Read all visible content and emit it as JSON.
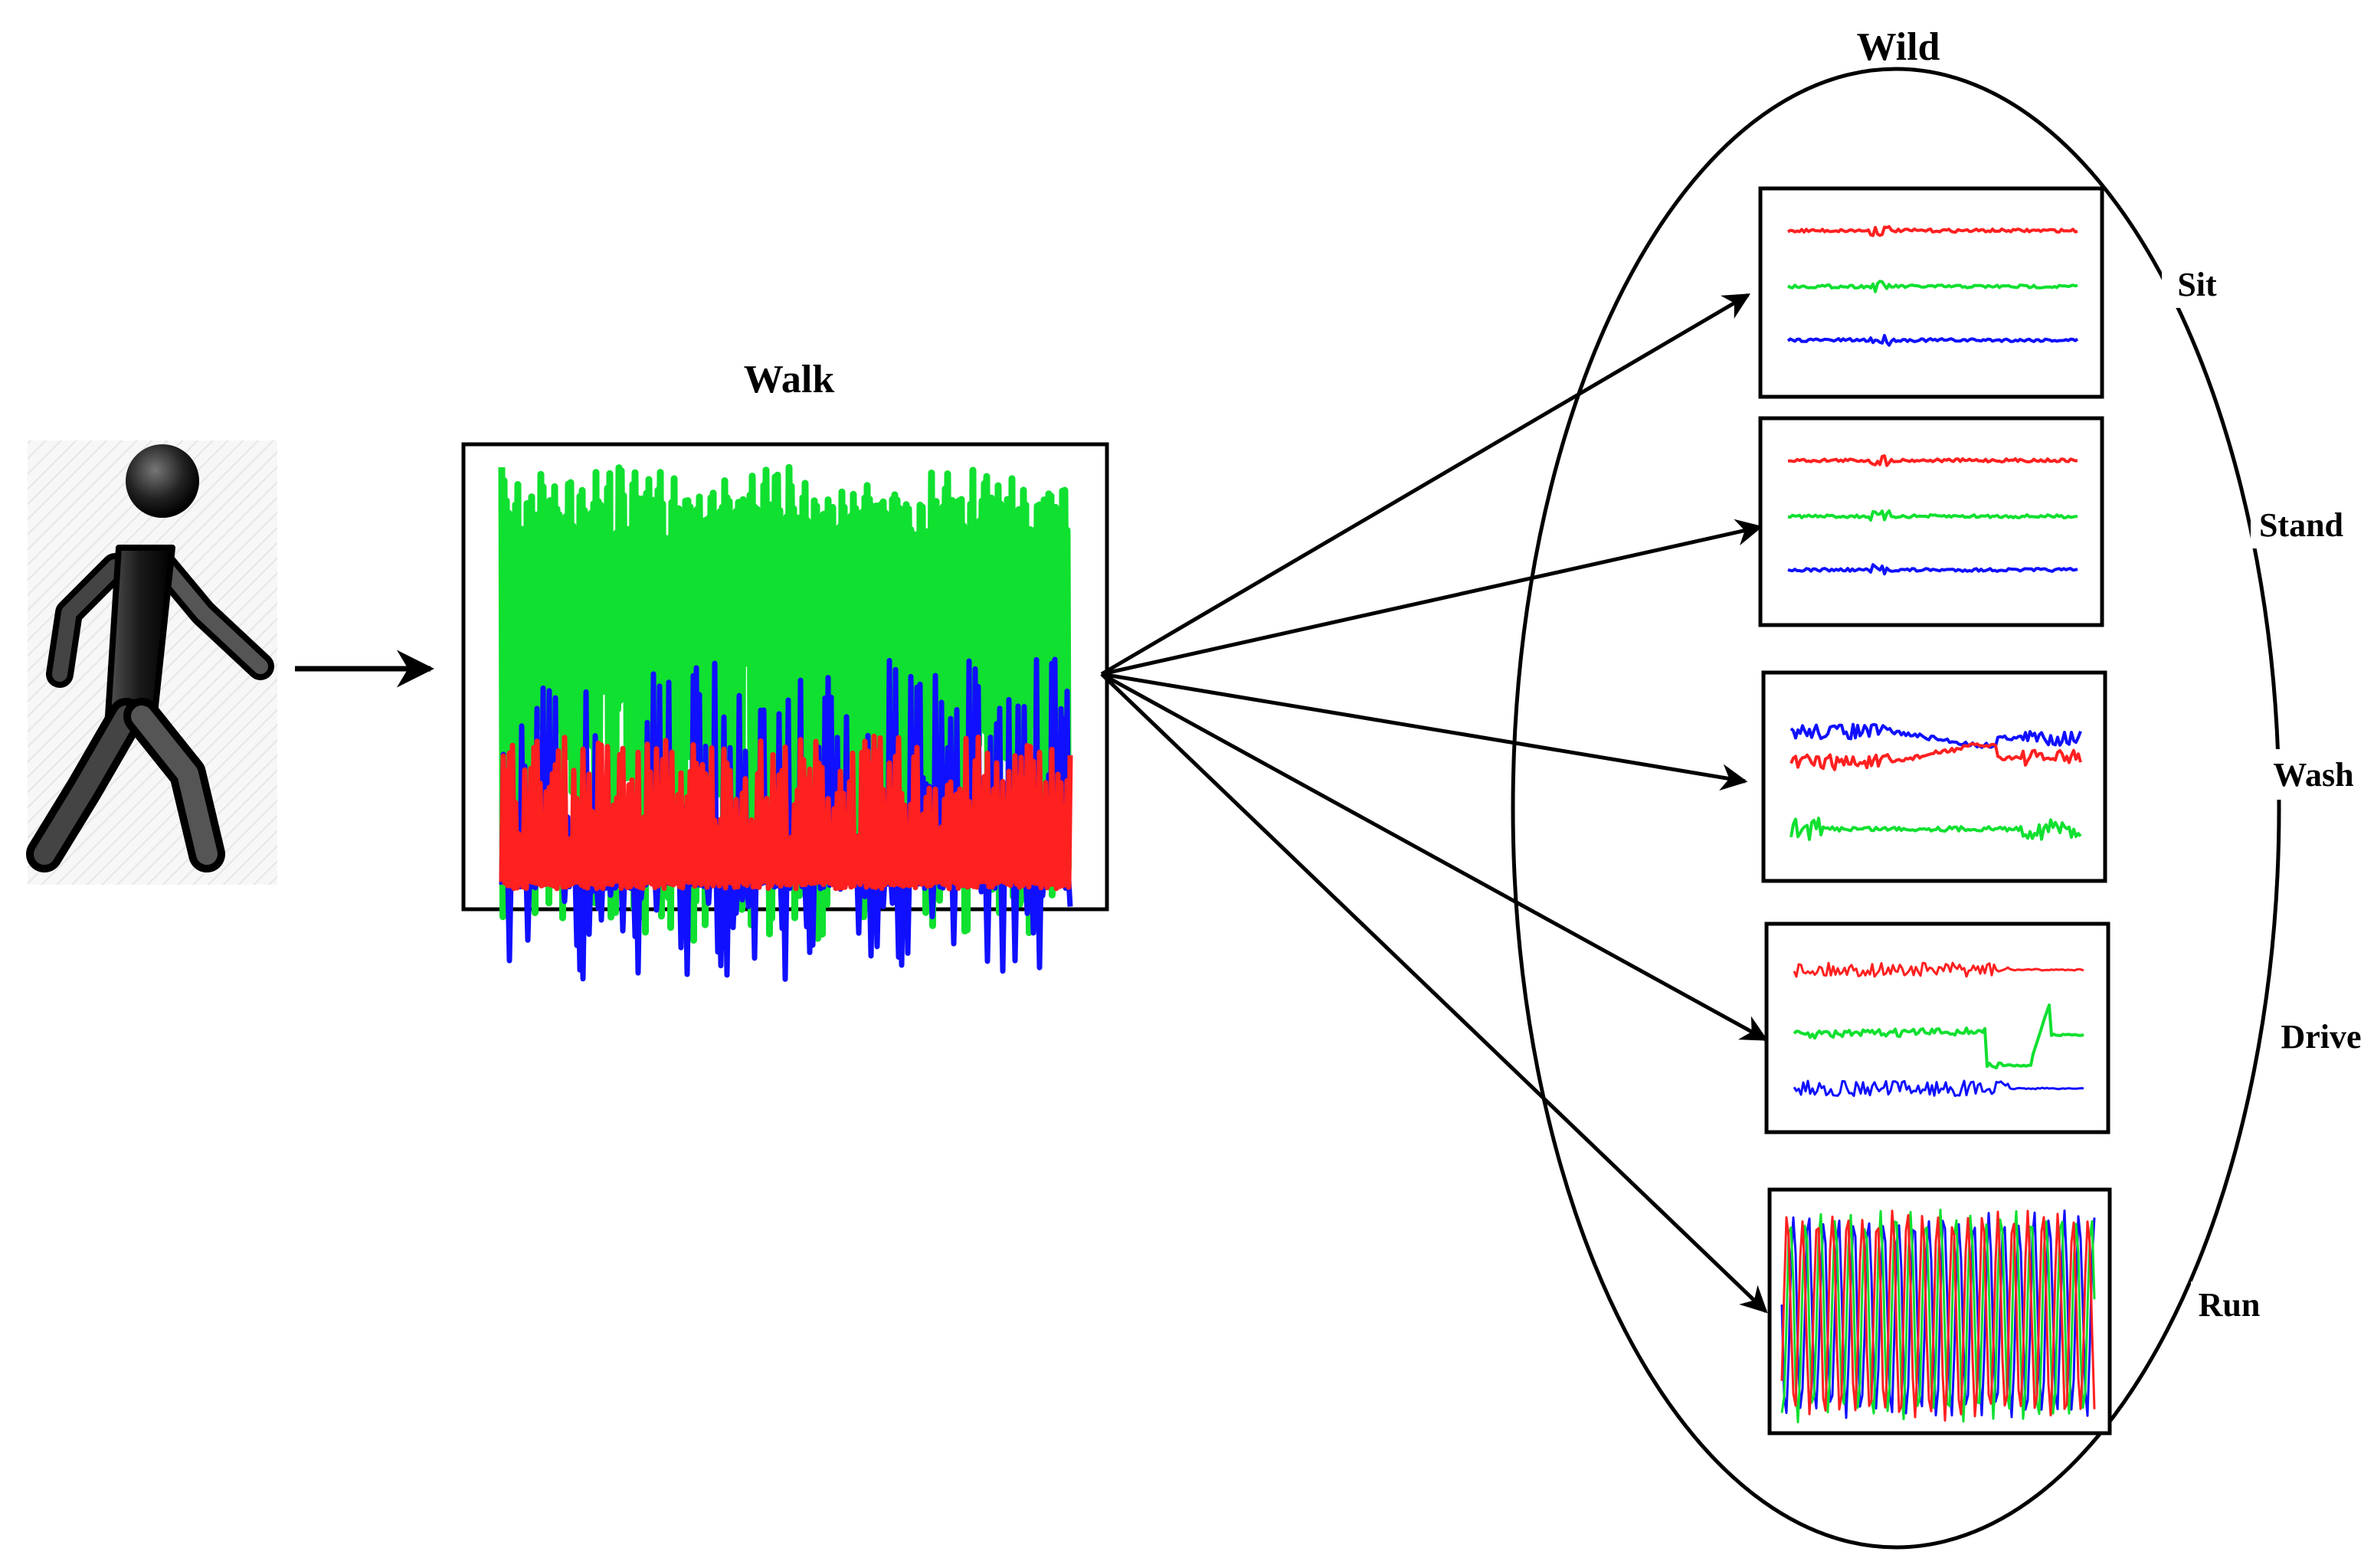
{
  "walk": {
    "title": "Walk"
  },
  "wild": {
    "title": "Wild",
    "activities": [
      {
        "label": "Sit"
      },
      {
        "label": "Stand"
      },
      {
        "label": "Wash"
      },
      {
        "label": "Drive"
      },
      {
        "label": "Run"
      }
    ]
  },
  "colors": {
    "x_axis": "#ff2020",
    "y_axis": "#10e030",
    "z_axis": "#1010ff",
    "figure": "#1a1a1a",
    "stroke": "#000000"
  },
  "icons": {
    "person": "walking-person-icon"
  }
}
